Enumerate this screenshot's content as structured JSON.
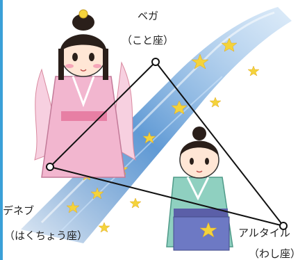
{
  "vega": {
    "name": "ベガ",
    "constellation": "（こと座）"
  },
  "deneb": {
    "name": "デネブ",
    "constellation": "（はくちょう座）"
  },
  "altair": {
    "name": "アルタイル",
    "constellation": "（わし座）"
  },
  "colors": {
    "milky_way": "#4f8fd0",
    "stars": "#f4d33b",
    "orihime_kimono": "#f2b6cf",
    "hikoboshi_kimono": "#8fd0c0",
    "accent": "#3aa0d8"
  }
}
